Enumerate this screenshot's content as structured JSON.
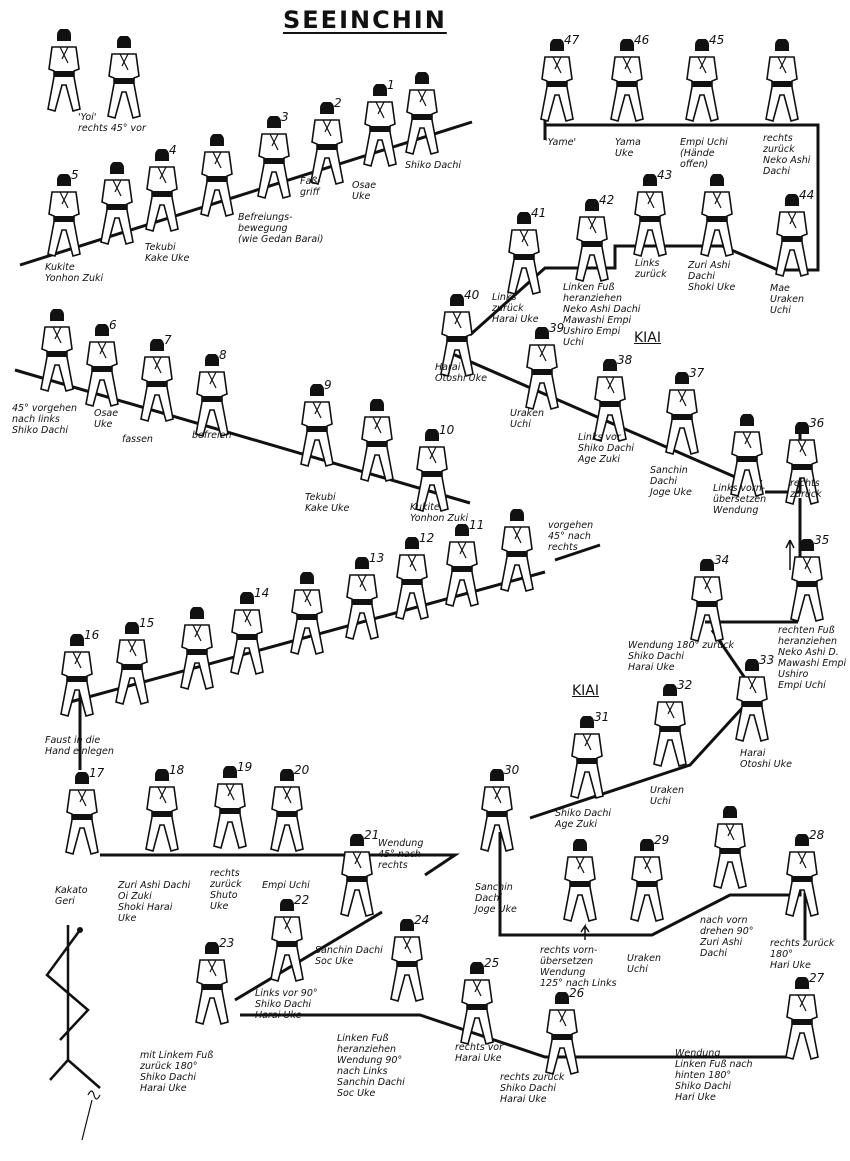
{
  "title": "SEEINCHIN",
  "kiai_label": "KIAI",
  "figures": [
    {
      "id": "s1",
      "number": "",
      "label": ""
    },
    {
      "id": "s2",
      "number": "",
      "label": "'Yoi'\nrechts 45° vor"
    },
    {
      "id": "f1b",
      "number": "",
      "label": "Shiko Dachi"
    },
    {
      "id": "f1",
      "number": "1",
      "label": "Osae\nUke"
    },
    {
      "id": "f2",
      "number": "2",
      "label": "Faß-\ngriff"
    },
    {
      "id": "f3",
      "number": "3",
      "label": "Befreiungs-\nbewegung\n(wie Gedan Barai)"
    },
    {
      "id": "f3b",
      "number": "",
      "label": ""
    },
    {
      "id": "f4",
      "number": "4",
      "label": "Tekubi\nKake Uke"
    },
    {
      "id": "f4b",
      "number": "",
      "label": ""
    },
    {
      "id": "f5",
      "number": "5",
      "label": "Kukite\nYonhon Zuki"
    },
    {
      "id": "f6b",
      "number": "",
      "label": "45° vorgehen\nnach links\nShiko Dachi"
    },
    {
      "id": "f6",
      "number": "6",
      "label": "Osae\nUke"
    },
    {
      "id": "f7",
      "number": "7",
      "label": "fassen"
    },
    {
      "id": "f8",
      "number": "8",
      "label": "befreien"
    },
    {
      "id": "f9",
      "number": "9",
      "label": ""
    },
    {
      "id": "f9b",
      "number": "",
      "label": "Tekubi\nKake Uke"
    },
    {
      "id": "f10",
      "number": "10",
      "label": "Kukite\nYonhon Zuki"
    },
    {
      "id": "f11b",
      "number": "",
      "label": "vorgehen\n45° nach\nrechts"
    },
    {
      "id": "f11",
      "number": "11",
      "label": ""
    },
    {
      "id": "f12",
      "number": "12",
      "label": ""
    },
    {
      "id": "f13",
      "number": "13",
      "label": ""
    },
    {
      "id": "f13b",
      "number": "",
      "label": ""
    },
    {
      "id": "f14",
      "number": "14",
      "label": ""
    },
    {
      "id": "f14b",
      "number": "",
      "label": ""
    },
    {
      "id": "f15",
      "number": "15",
      "label": ""
    },
    {
      "id": "f16",
      "number": "16",
      "label": "Faust in die\nHand einlegen"
    },
    {
      "id": "f17",
      "number": "17",
      "label": "Kakato\nGeri"
    },
    {
      "id": "f18",
      "number": "18",
      "label": "Zuri Ashi Dachi\nOi Zuki\nShoki Harai\nUke"
    },
    {
      "id": "f19",
      "number": "19",
      "label": "rechts\nzurück\nShuto\nUke"
    },
    {
      "id": "f20",
      "number": "20",
      "label": "Empi Uchi"
    },
    {
      "id": "f21",
      "number": "21",
      "label": "Sanchin Dachi\nSoc Uke"
    },
    {
      "id": "f22",
      "number": "22",
      "label": "Links vor 90°\nShiko Dachi\nHarai Uke"
    },
    {
      "id": "f23",
      "number": "23",
      "label": "mit Linkem Fuß\nzurück 180°\nShiko Dachi\nHarai Uke"
    },
    {
      "id": "f24",
      "number": "24",
      "label": "Linken Fuß\nheranziehen\nWendung 90°\nnach Links\nSanchin Dachi\nSoc Uke"
    },
    {
      "id": "f25",
      "number": "25",
      "label": "rechts vor\nHarai Uke"
    },
    {
      "id": "f26",
      "number": "26",
      "label": "rechts zurück\nShiko Dachi\nHarai Uke"
    },
    {
      "id": "f27",
      "number": "27",
      "label": "Wendung\nLinken Fuß nach\nhinten 180°\nShiko Dachi\nHari Uke"
    },
    {
      "id": "f28",
      "number": "28",
      "label": "rechts zurück\n180°\nHari Uke"
    },
    {
      "id": "f28b",
      "number": "",
      "label": "nach vorn\ndrehen 90°\nZuri Ashi\nDachi"
    },
    {
      "id": "f29",
      "number": "29",
      "label": "Uraken\nUchi"
    },
    {
      "id": "f29b",
      "number": "",
      "label": "rechts vorn-\nübersetzen\nWendung\n125° nach Links"
    },
    {
      "id": "f30",
      "number": "30",
      "label": "Sanchin\nDachi\nJoge Uke"
    },
    {
      "id": "f31",
      "number": "31",
      "label": "Shiko Dachi\nAge Zuki"
    },
    {
      "id": "f32",
      "number": "32",
      "label": "Uraken\nUchi"
    },
    {
      "id": "f33",
      "number": "33",
      "label": "Harai\nOtoshi Uke"
    },
    {
      "id": "f34",
      "number": "34",
      "label": "Wendung 180° zurück\nShiko Dachi\nHarai Uke"
    },
    {
      "id": "f35",
      "number": "35",
      "label": "rechten Fuß\nheranziehen\nNeko Ashi D.\nMawashi Empi\nUshiro\nEmpi Uchi"
    },
    {
      "id": "f36",
      "number": "36",
      "label": "rechts\nzurück"
    },
    {
      "id": "f36b",
      "number": "",
      "label": "Links vorn-\nübersetzen\nWendung"
    },
    {
      "id": "f37",
      "number": "37",
      "label": "Sanchin\nDachi\nJoge Uke"
    },
    {
      "id": "f38",
      "number": "38",
      "label": "Links vor\nShiko Dachi\nAge Zuki"
    },
    {
      "id": "f39",
      "number": "39",
      "label": "Uraken\nUchi"
    },
    {
      "id": "f40",
      "number": "40",
      "label": "Harai\nOtoshi Uke"
    },
    {
      "id": "f41",
      "number": "41",
      "label": "Links\nzurück\nHarai Uke"
    },
    {
      "id": "f42",
      "number": "42",
      "label": "Linken Fuß\nheranziehen\nNeko Ashi Dachi\nMawashi Empi\nUshiro Empi\nUchi"
    },
    {
      "id": "f43",
      "number": "43",
      "label": "Links\nzurück"
    },
    {
      "id": "f43b",
      "number": "",
      "label": "Zuri Ashi\nDachi\nShoki Uke"
    },
    {
      "id": "f44",
      "number": "44",
      "label": "Mae\nUraken\nUchi"
    },
    {
      "id": "f45b",
      "number": "",
      "label": "rechts\nzurück\nNeko Ashi\nDachi"
    },
    {
      "id": "f45",
      "number": "45",
      "label": "Empi Uchi\n(Hände\noffen)"
    },
    {
      "id": "f46",
      "number": "46",
      "label": "Yama\nUke"
    },
    {
      "id": "f47",
      "number": "47",
      "label": "'Yame'"
    }
  ],
  "annotations": {
    "wendung_21": "Wendung\n45° nach\nrechts"
  },
  "signature": "Jm."
}
